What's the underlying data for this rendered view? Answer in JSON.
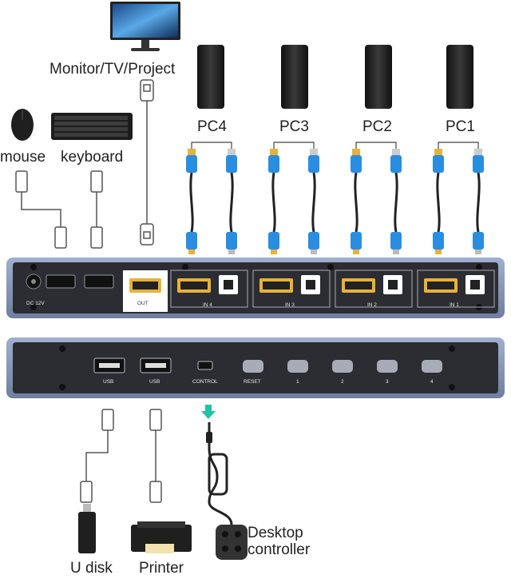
{
  "labels": {
    "monitor": "Monitor/TV/Project",
    "mouse": "mouse",
    "keyboard": "keyboard",
    "pcs": [
      "PC4",
      "PC3",
      "PC2",
      "PC1"
    ],
    "udisk": "U disk",
    "printer": "Printer",
    "desktop_controller": "Desktop\ncontroller"
  },
  "back_panel": {
    "dc": "DC 12V",
    "out": "OUT",
    "inputs": [
      "IN 4",
      "IN 3",
      "IN 2",
      "IN 1"
    ]
  },
  "front_panel": {
    "usb1": "USB",
    "usb2": "USB",
    "control": "CONTROL",
    "reset": "RESET",
    "buttons": [
      "1",
      "2",
      "3",
      "4"
    ]
  },
  "colors": {
    "cable_blue": "#2a8ee0",
    "connector_gold": "#e8b23a",
    "panel_frame": "#8d9bb8",
    "panel_body": "#2b2d33",
    "arrow_teal": "#22c3a6"
  }
}
